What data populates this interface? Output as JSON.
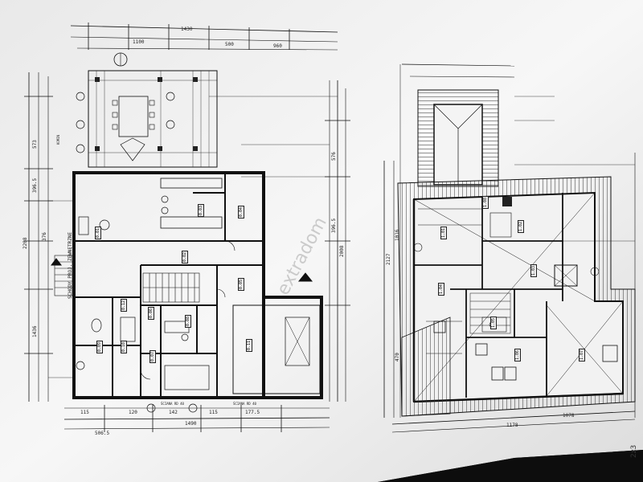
{
  "watermark": "extradom",
  "page_number": "2z3",
  "plans": {
    "ground_floor": {
      "dims_top": [
        "1430",
        "1100",
        "500",
        "960"
      ],
      "dims_bottom": [
        "1490",
        "115",
        "142",
        "177.5",
        "120",
        "115",
        "506.5"
      ],
      "dims_left": [
        "2208",
        "1436",
        "396.5",
        "573",
        "376"
      ],
      "dims_right": [
        "2008",
        "576",
        "396.5"
      ],
      "rooms": [
        "0.01",
        "0.02",
        "0.03",
        "0.04",
        "0.05",
        "0.06",
        "0.07",
        "0.08",
        "0.09",
        "0.10",
        "0.11",
        "0.12"
      ],
      "labels": [
        "SCHODY PROJ. ZEWNĘTRZNE",
        "ŚCIANA RD 40",
        "ŚCIANA RD 40",
        "KOMIN"
      ]
    },
    "attic": {
      "dims_bottom": [
        "1178",
        "1078"
      ],
      "dims_left": [
        "2127",
        "1016",
        "470"
      ],
      "rooms": [
        "1.01",
        "1.02",
        "1.03",
        "1.04",
        "1.05",
        "1.06",
        "1.07",
        "1.08"
      ]
    }
  }
}
